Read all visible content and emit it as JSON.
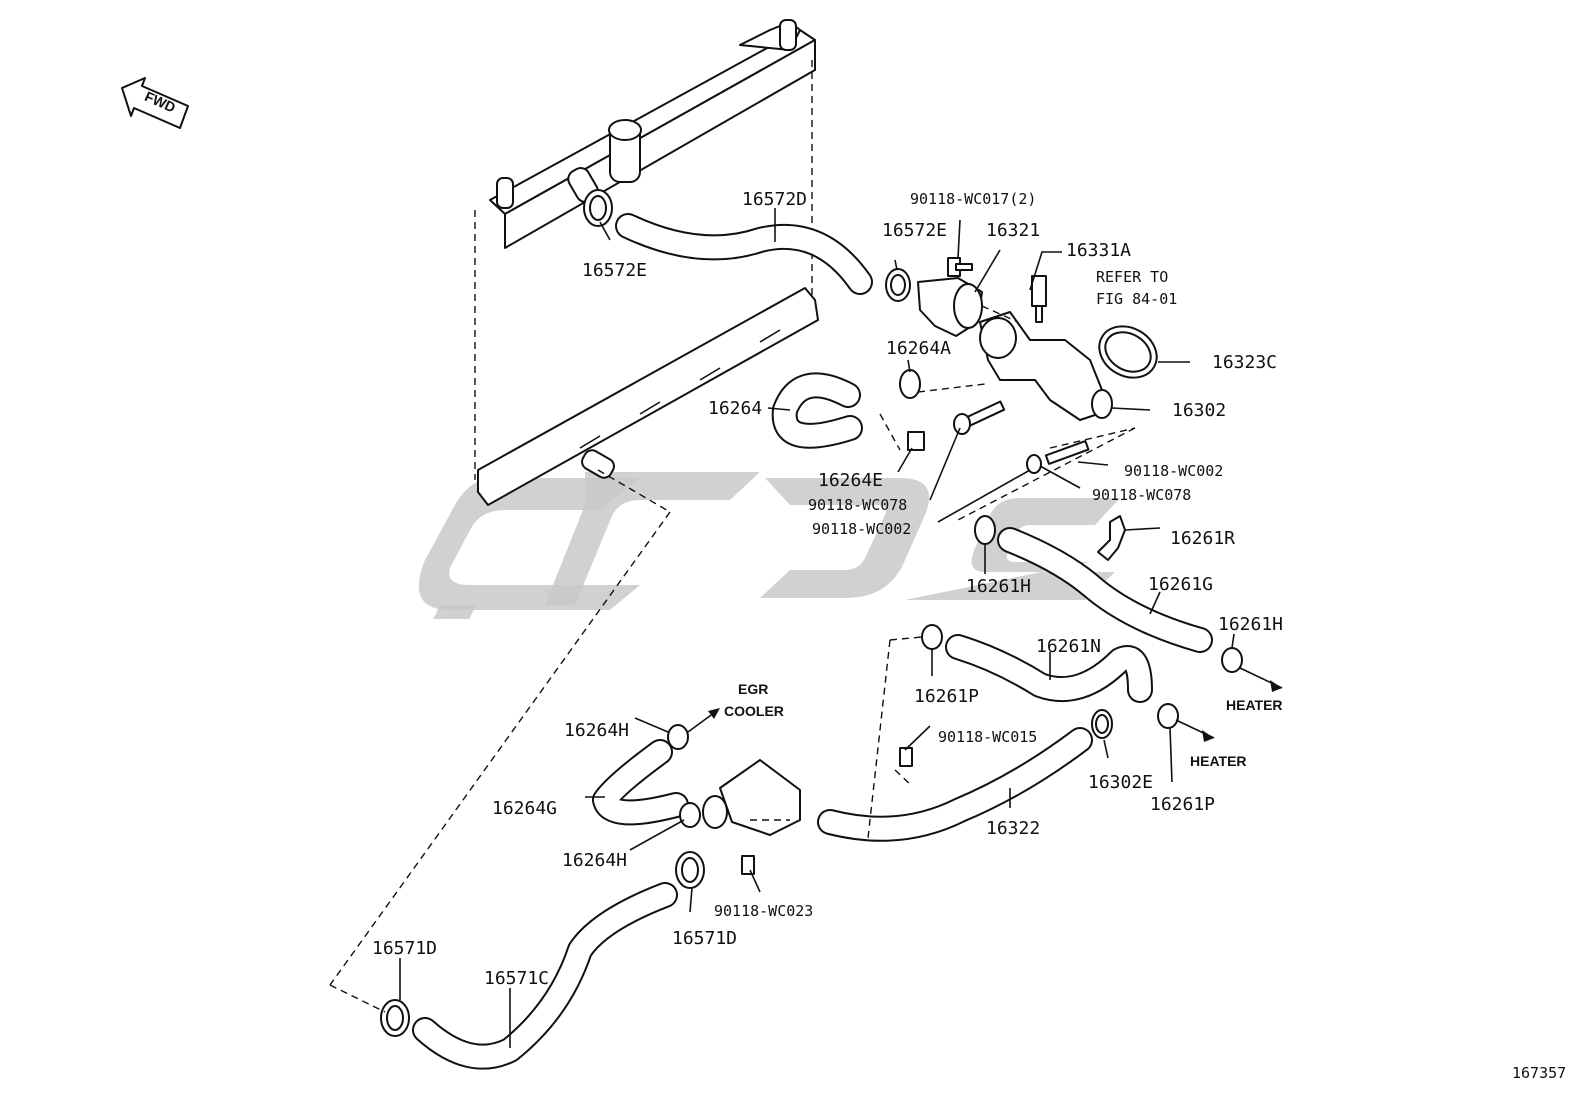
{
  "direction_marker": {
    "text": "FWD"
  },
  "figure_number": "167357",
  "labels": {
    "p16572D": "16572D",
    "p16572E_left": "16572E",
    "p16572E_right": "16572E",
    "p90118_WC017": "90118-WC017(2)",
    "p16321": "16321",
    "p16331A": "16331A",
    "refer_line1": "REFER TO",
    "refer_line2": "FIG 84-01",
    "p16323C": "16323C",
    "p16264A": "16264A",
    "p16264": "16264",
    "p16302": "16302",
    "p16264E": "16264E",
    "p90118_WC078_a": "90118-WC078",
    "p90118_WC002_a": "90118-WC002",
    "p90118_WC002_b": "90118-WC002",
    "p90118_WC078_b": "90118-WC078",
    "p16261R": "16261R",
    "p16261H_a": "16261H",
    "p16261G": "16261G",
    "p16261H_b": "16261H",
    "p16261N": "16261N",
    "p16261P_a": "16261P",
    "heater_a": "HEATER",
    "egr_line1": "EGR",
    "egr_line2": "COOLER",
    "p16264H_a": "16264H",
    "p90118_WC015": "90118-WC015",
    "heater_b": "HEATER",
    "p16264G": "16264G",
    "p16302E": "16302E",
    "p16322": "16322",
    "p16261P_b": "16261P",
    "p16264H_b": "16264H",
    "p90118_WC023": "90118-WC023",
    "p16571D_a": "16571D",
    "p16571D_b": "16571D",
    "p16571C": "16571C"
  }
}
